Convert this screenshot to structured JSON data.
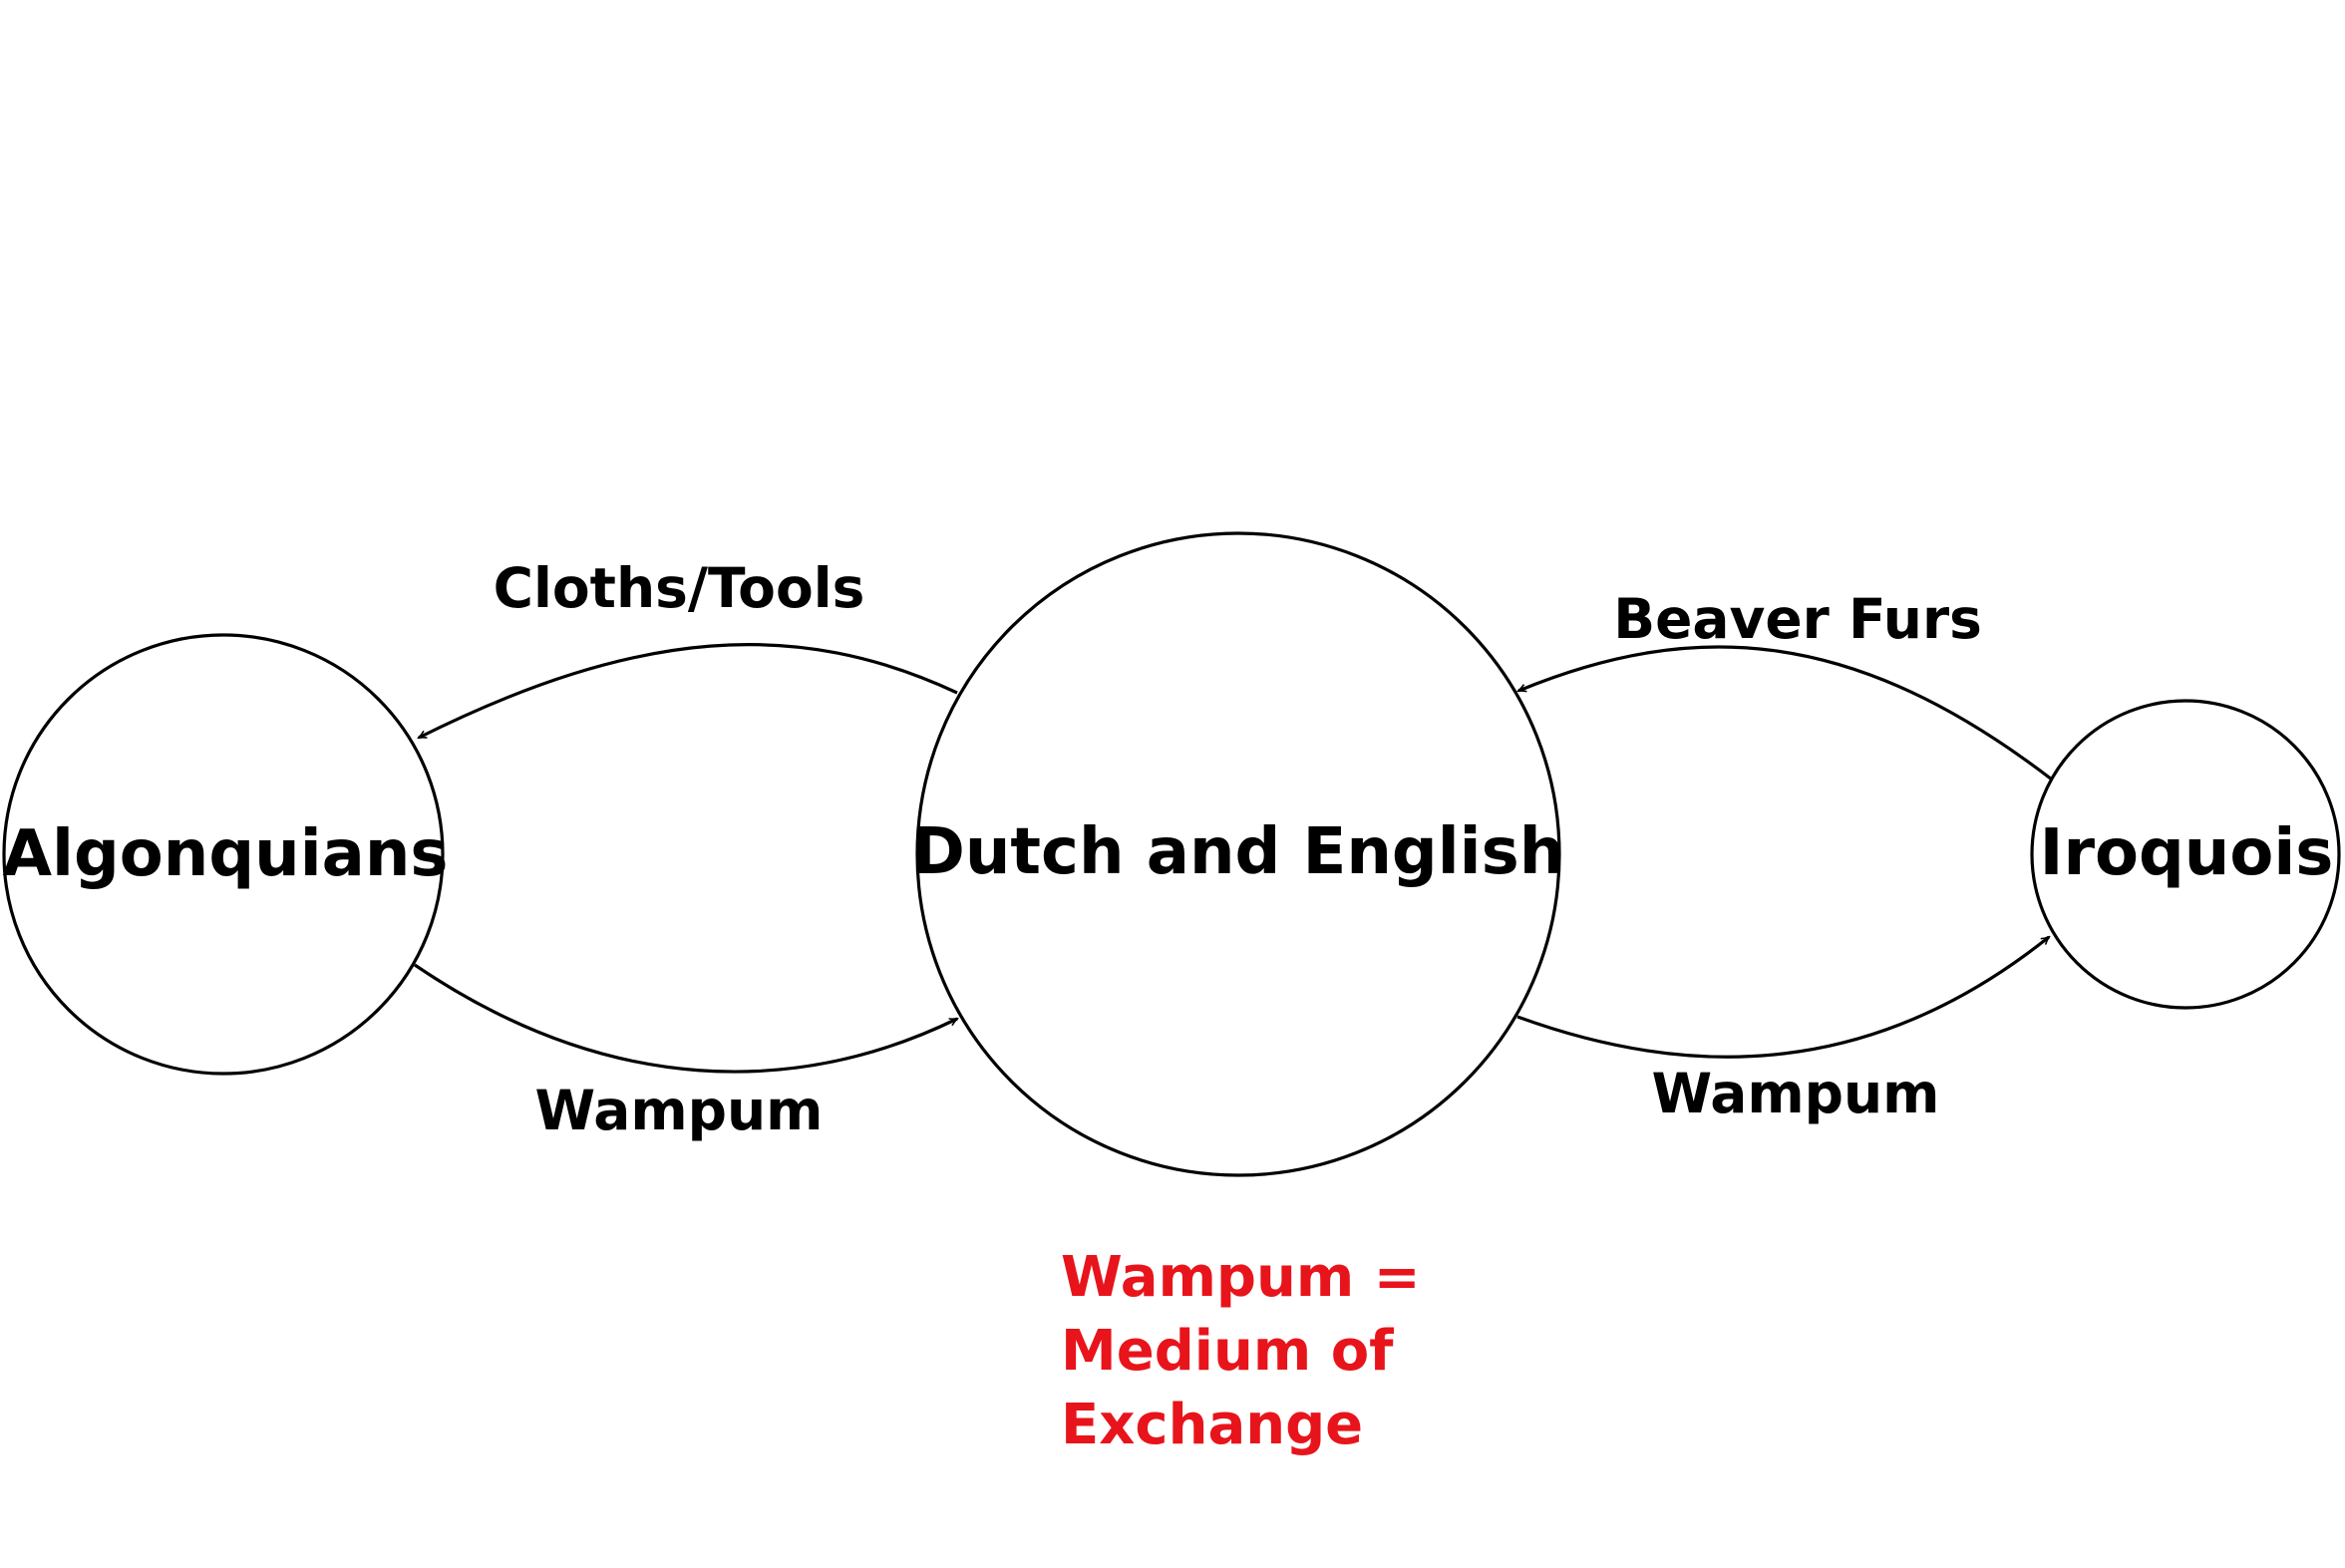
{
  "colors": {
    "ink": "#000000",
    "note": "#e8141b",
    "background": "#ffffff"
  },
  "nodes": {
    "algonquians": "Algonquians",
    "dutch_english": "Dutch and English",
    "iroquois": "Iroquois"
  },
  "edges": {
    "cloths_tools": "Cloths/Tools",
    "wampum_left": "Wampum",
    "beaver_furs": "Beaver Furs",
    "wampum_right": "Wampum"
  },
  "note": {
    "line1": "Wampum =",
    "line2": "Medium of",
    "line3": "Exchange"
  }
}
